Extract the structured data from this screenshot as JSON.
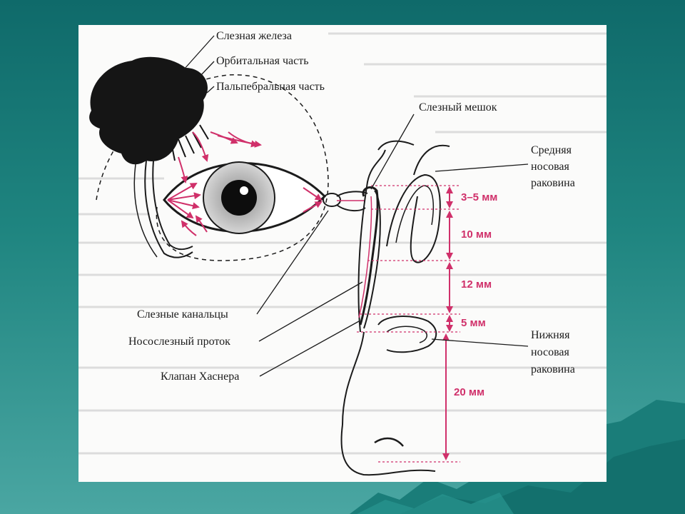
{
  "labels": {
    "lacrimal_gland": "Слезная железа",
    "orbital_part": "Орбитальная часть",
    "palpebral_part": "Пальпебральная часть",
    "lacrimal_sac": "Слезный мешок",
    "middle_concha_1": "Средняя",
    "middle_concha_2": "носовая",
    "middle_concha_3": "раковина",
    "canaliculi": "Слезные канальцы",
    "nasolacrimal_duct": "Носослезный проток",
    "hasner_valve": "Клапан Хаснера",
    "inferior_concha_1": "Нижняя",
    "inferior_concha_2": "носовая",
    "inferior_concha_3": "раковина"
  },
  "measurements": {
    "m1": "3–5 мм",
    "m2": "10 мм",
    "m3": "12 мм",
    "m4": "5 мм",
    "m5": "20 мм"
  },
  "colors": {
    "accent": "#d0306a",
    "ink": "#1b1b1b",
    "background": "#1f8580"
  },
  "icons": {
    "gland": "lacrimal-gland-shape",
    "eye": "eyeball-shape"
  }
}
